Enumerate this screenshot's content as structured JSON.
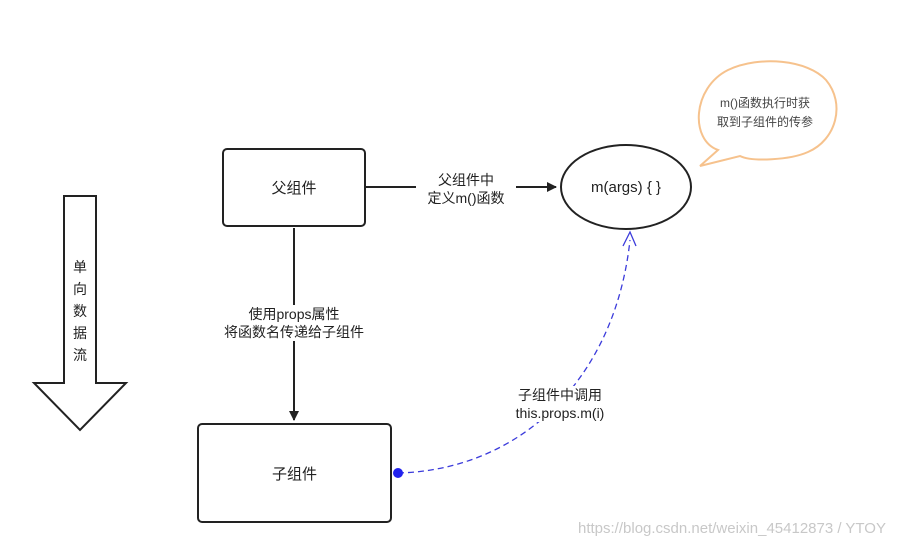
{
  "nodes": {
    "parent": "父组件",
    "child": "子组件",
    "func": "m(args) { }"
  },
  "edges": {
    "parent_to_func": "父组件中\n定义m()函数",
    "parent_to_child": "使用props属性\n将函数名传递给子组件",
    "child_to_func": "子组件中调用\nthis.props.m(i)"
  },
  "bubble": "m()函数执行时获\n取到子组件的传参",
  "flow_arrow": "单向数据流",
  "watermark": "https://blog.csdn.net/weixin_45412873 / YTOY",
  "colors": {
    "stroke": "#222222",
    "dashed": "#3b3bdb",
    "bubble": "#f6c28d"
  }
}
